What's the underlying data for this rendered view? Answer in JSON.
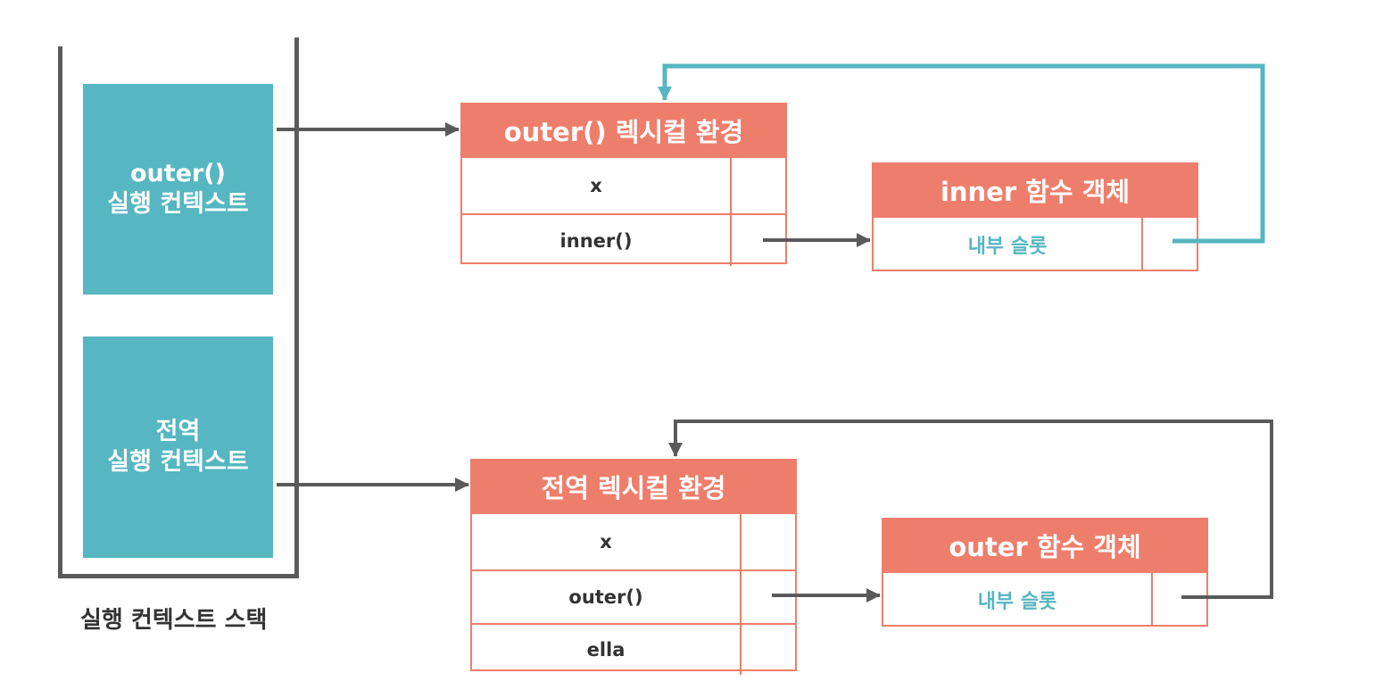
{
  "stack": {
    "label": "실행 컨텍스트 스택",
    "contexts": [
      {
        "line1": "outer()",
        "line2": "실행 컨텍스트"
      },
      {
        "line1": "전역",
        "line2": "실행 컨텍스트"
      }
    ]
  },
  "outer_env": {
    "title": "outer() 렉시컬 환경",
    "rows": [
      "x",
      "inner()"
    ]
  },
  "inner_fn": {
    "title": "inner 함수 객체",
    "slot": "내부 슬롯"
  },
  "global_env": {
    "title": "전역 렉시컬 환경",
    "rows": [
      "x",
      "outer()",
      "ella"
    ]
  },
  "outer_fn": {
    "title": "outer 함수 객체",
    "slot": "내부 슬롯"
  },
  "colors": {
    "teal": "#56b6c1",
    "salmon": "#ee7e6c",
    "arrow_gray": "#5a5a5a"
  }
}
